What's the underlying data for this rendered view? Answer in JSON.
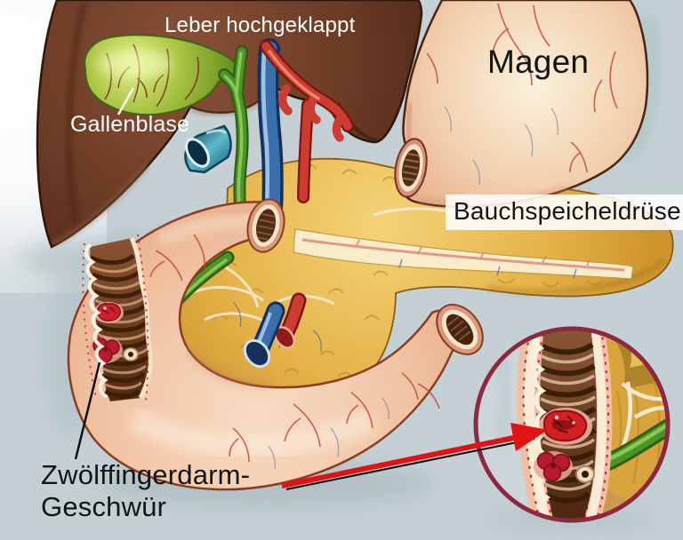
{
  "figure": {
    "labels": {
      "liver": "Leber hochgeklappt",
      "stomach": "Magen",
      "gallbladder": "Gallenblase",
      "pancreas": "Bauchspeicheldrüse",
      "ulcer_line1": "Zwölffingerdarm-",
      "ulcer_line2": "Geschwür"
    },
    "colors": {
      "background": "#c5d0d5",
      "margin": "#ffffff",
      "label_dark": "#141414",
      "label_light": "#ffffff",
      "liver": "#6e4028",
      "gallbladder": "#8fb32e",
      "stomach": "#eebd9e",
      "pancreas": "#e6b44a",
      "duodenum": "#f0c4a6",
      "duodenum_interior": "#6e3f22",
      "ulcer": "#cc2030",
      "bile_duct": "#4a9428",
      "vein_blue": "#3a6fae",
      "artery_red": "#cd3c30",
      "inset_ring": "#8e2740",
      "arrow": "#e01212"
    }
  }
}
